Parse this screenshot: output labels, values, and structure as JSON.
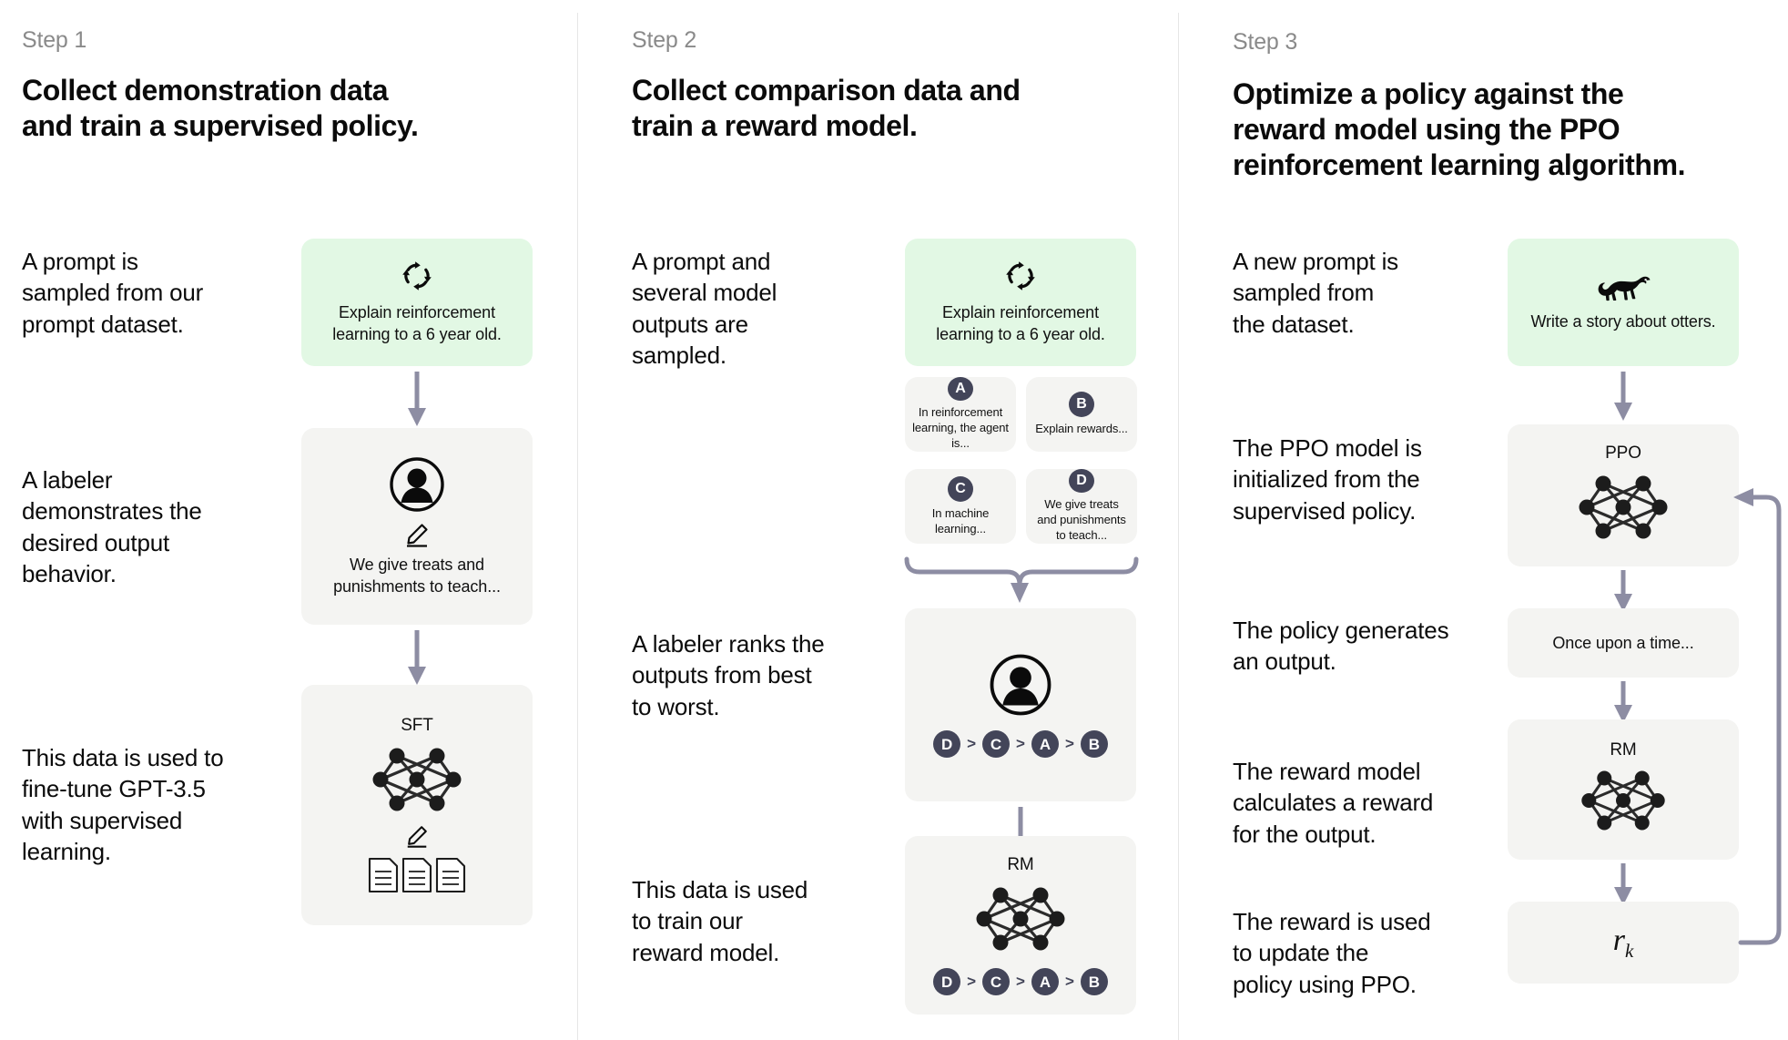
{
  "colors": {
    "prompt_card_bg": "#E2F8E4",
    "neutral_card_bg": "#F4F4F2",
    "arrow": "#8D8DA3",
    "badge": "#434559",
    "step_label": "#8A8A8A",
    "divider": "#E6E6E6"
  },
  "steps": [
    {
      "label": "Step 1",
      "title": "Collect demonstration data\nand train a supervised policy.",
      "copy": [
        "A prompt is\nsampled from our\nprompt dataset.",
        "A labeler\ndemonstrates the\ndesired output\nbehavior.",
        "This data is used to\nfine-tune GPT-3.5\nwith supervised\nlearning."
      ],
      "cards": [
        {
          "kind": "prompt",
          "icon": "recycle-loop-icon",
          "text": "Explain reinforcement learning to a 6 year old."
        },
        {
          "kind": "labeler",
          "icon": "person-icon",
          "sub_icon": "pencil-icon",
          "text": "We give treats and punishments to teach..."
        },
        {
          "kind": "model",
          "title": "SFT",
          "icon": "neural-network-icon",
          "sub_icon": "pencil-icon",
          "extra_icon": "documents-icon"
        }
      ]
    },
    {
      "label": "Step 2",
      "title": "Collect comparison data and\ntrain a reward model.",
      "copy": [
        "A prompt and\nseveral model\noutputs are\nsampled.",
        "A labeler ranks the\noutputs from best\nto worst.",
        "This data is used\nto train our\nreward model."
      ],
      "cards": [
        {
          "kind": "prompt",
          "icon": "recycle-loop-icon",
          "text": "Explain reinforcement learning to a 6 year old."
        },
        {
          "kind": "outputs",
          "items": [
            {
              "badge": "A",
              "text": "In reinforcement learning, the agent is..."
            },
            {
              "badge": "B",
              "text": "Explain rewards..."
            },
            {
              "badge": "C",
              "text": "In machine learning..."
            },
            {
              "badge": "D",
              "text": "We give treats and punishments to teach..."
            }
          ]
        },
        {
          "kind": "ranker",
          "icon": "person-icon",
          "ranking": [
            "D",
            "C",
            "A",
            "B"
          ]
        },
        {
          "kind": "model",
          "title": "RM",
          "icon": "neural-network-icon",
          "ranking": [
            "D",
            "C",
            "A",
            "B"
          ]
        }
      ]
    },
    {
      "label": "Step 3",
      "title": "Optimize a policy against the\nreward model using the PPO\nreinforcement learning algorithm.",
      "copy": [
        "A new prompt is\nsampled from\nthe dataset.",
        "The PPO model is\ninitialized from the\nsupervised policy.",
        "The policy generates\nan output.",
        "The reward model\ncalculates a reward\nfor the output.",
        "The reward is used\nto update the\npolicy using PPO."
      ],
      "cards": [
        {
          "kind": "prompt",
          "icon": "otter-icon",
          "text": "Write a story about otters."
        },
        {
          "kind": "model",
          "title": "PPO",
          "icon": "neural-network-icon"
        },
        {
          "kind": "output",
          "text": "Once upon a time..."
        },
        {
          "kind": "model",
          "title": "RM",
          "icon": "neural-network-icon"
        },
        {
          "kind": "reward",
          "symbol": "r",
          "subscript": "k"
        }
      ]
    }
  ]
}
